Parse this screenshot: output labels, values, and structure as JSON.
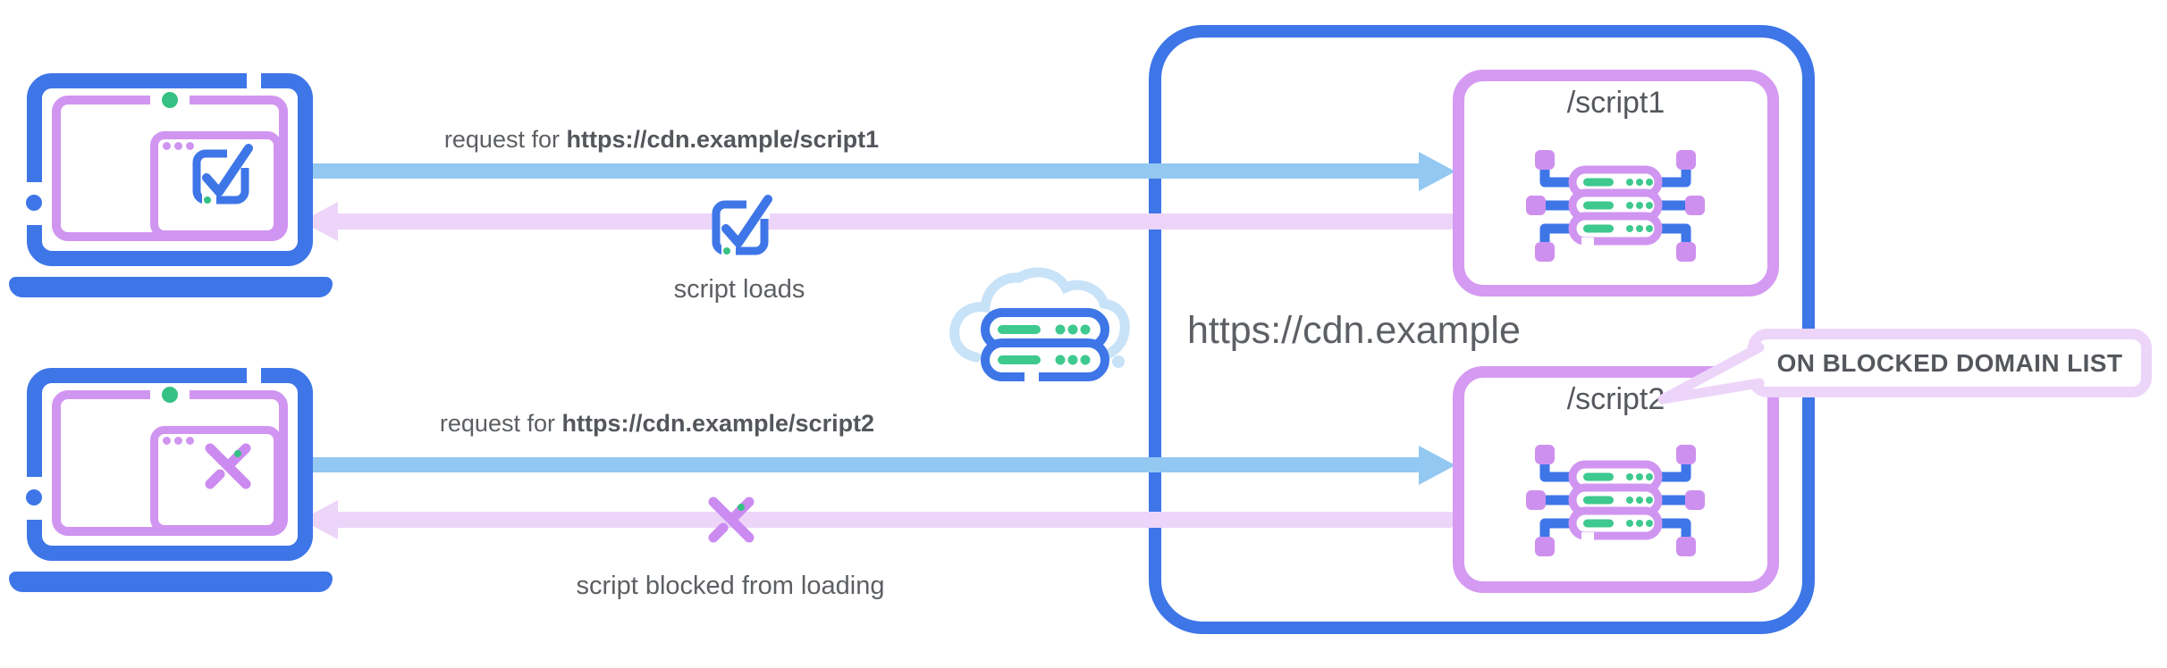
{
  "diagram": {
    "client_ok": {
      "request_prefix": "request for ",
      "request_url": "https://cdn.example/script1",
      "result": "script loads"
    },
    "client_blocked": {
      "request_prefix": "request for ",
      "request_url": "https://cdn.example/script2",
      "result": "script blocked from loading"
    },
    "cdn": {
      "title": "https://cdn.example",
      "endpoints": [
        {
          "path": "/script1"
        },
        {
          "path": "/script2"
        }
      ],
      "callout": "ON BLOCKED DOMAIN LIST"
    },
    "icons": {
      "client_ok_screen": "check-icon",
      "client_blocked_screen": "cross-icon",
      "network": "cloud-server-icon",
      "endpoint": "server-node-icon"
    },
    "colors": {
      "blue": "#3E76E8",
      "light_blue_arrow": "#93C8F2",
      "cloud_blue": "#C8E2F8",
      "purple": "#D095F0",
      "lavender_arrow": "#EDD5F9",
      "green": "#3EC98E",
      "text_gray": "#5C5F63"
    }
  }
}
